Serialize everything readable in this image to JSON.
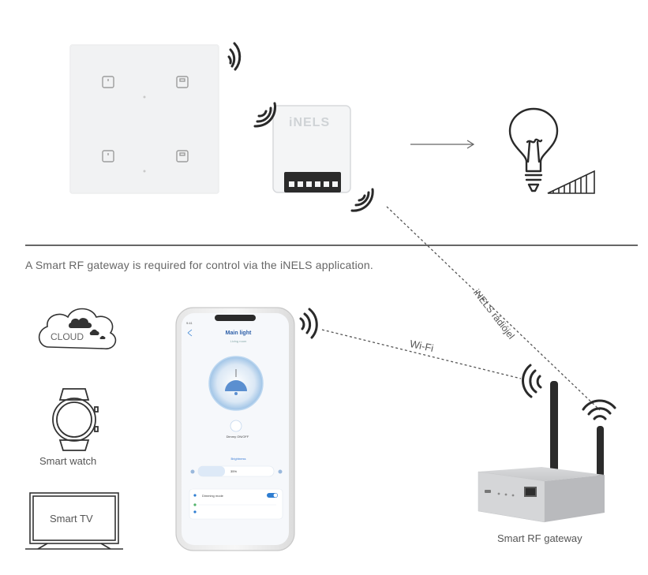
{
  "note": "A Smart RF gateway is required for control via the iNELS application.",
  "labels": {
    "cloud": "CLOUD",
    "smart_watch": "Smart watch",
    "smart_tv": "Smart TV",
    "gateway": "Smart RF gateway",
    "wifi": "Wi-Fi",
    "rf_signal": "iNELS rádiójel",
    "brand": "iNELS"
  },
  "phone_screen": {
    "title": "Main light",
    "subtitle": "Living room",
    "time": "9:41",
    "state": "Dimmy ON/OFF",
    "brightness_label": "Brightness",
    "brightness_value": "35%",
    "dimming_mode": "Dimming mode"
  },
  "colors": {
    "accent": "#2e7dd1",
    "line": "#555555",
    "divider": "#666666"
  }
}
